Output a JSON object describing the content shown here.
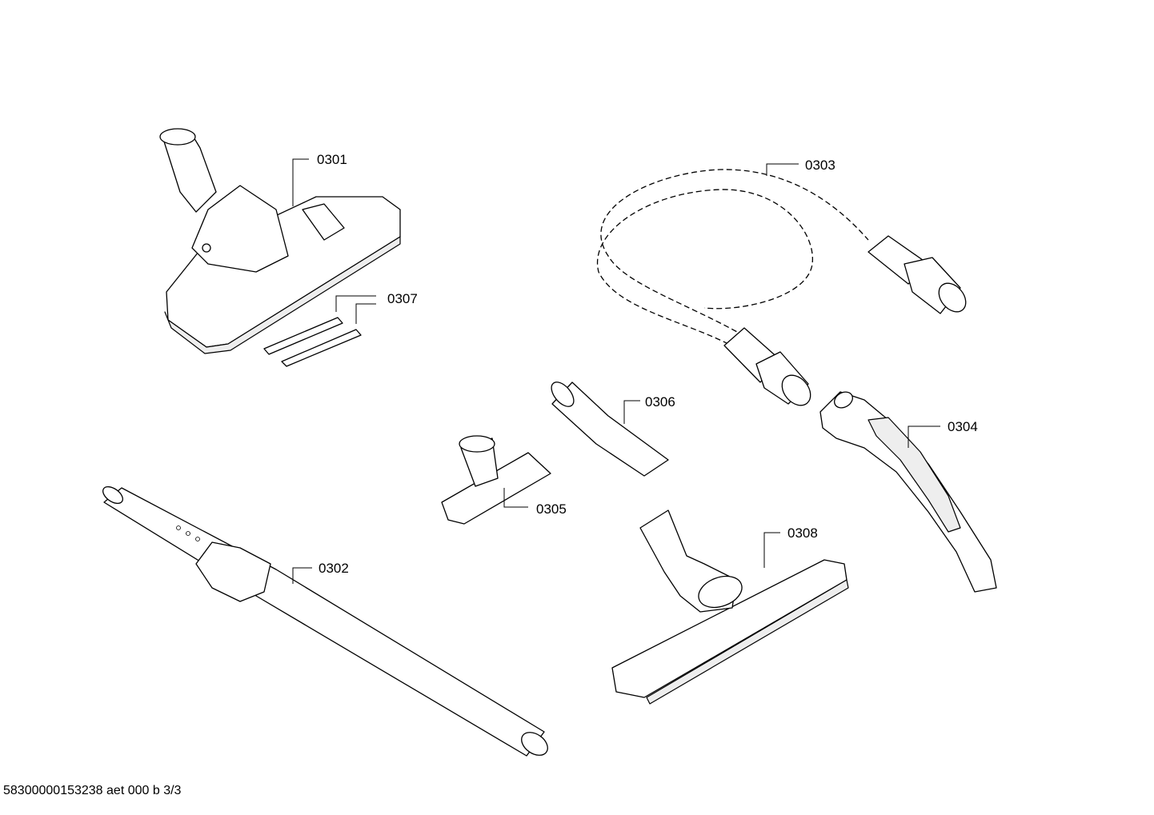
{
  "parts": [
    {
      "id": "0301",
      "name": "floor-nozzle"
    },
    {
      "id": "0302",
      "name": "telescopic-tube"
    },
    {
      "id": "0303",
      "name": "suction-hose"
    },
    {
      "id": "0304",
      "name": "handle"
    },
    {
      "id": "0305",
      "name": "upholstery-nozzle"
    },
    {
      "id": "0306",
      "name": "crevice-nozzle"
    },
    {
      "id": "0307",
      "name": "brush-strips"
    },
    {
      "id": "0308",
      "name": "parquet-nozzle"
    }
  ],
  "footer": "58300000153238 aet 000 b 3/3"
}
